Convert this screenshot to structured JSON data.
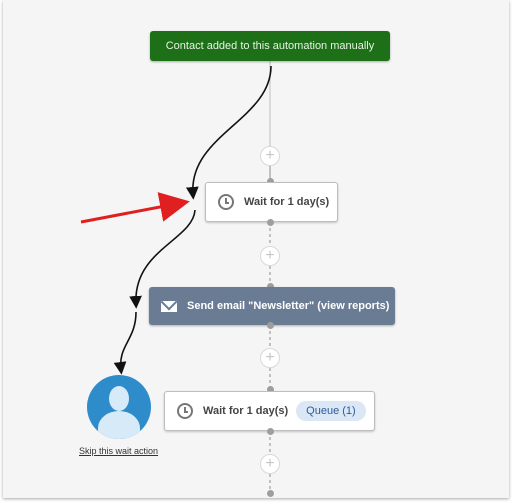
{
  "trigger": {
    "label": "Contact added to this automation manually"
  },
  "wait_step_1": {
    "label": "Wait for 1 day(s)"
  },
  "send_email_step": {
    "label": "Send email \"Newsletter\" (view reports)"
  },
  "wait_step_2": {
    "label": "Wait for 1 day(s)",
    "queue_label": "Queue (1)"
  },
  "skip_link": {
    "label": "Skip this wait action"
  },
  "icons": {
    "clock": "clock-icon",
    "envelope": "envelope-icon",
    "plus": "add-step-icon",
    "contact": "contact-avatar-icon"
  },
  "colors": {
    "trigger": "#1d6f18",
    "email": "#6a7c93",
    "queue_badge": "#dbe7f5",
    "arrow": "#e02020",
    "avatar": "#2f8ccb"
  }
}
